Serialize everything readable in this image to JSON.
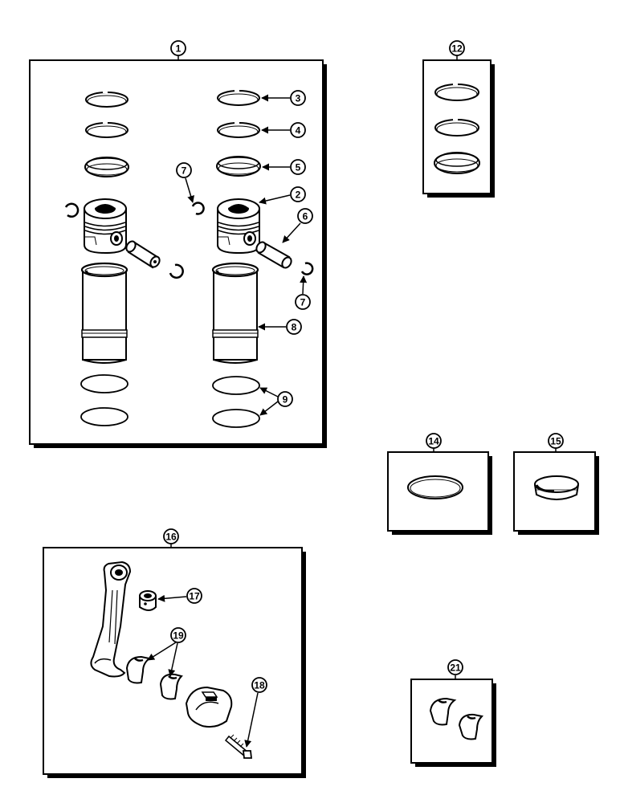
{
  "diagram": {
    "kits": {
      "k1": "1",
      "k12": "12",
      "k14": "14",
      "k15": "15",
      "k16": "16",
      "k21": "21"
    },
    "callouts": {
      "c2": "2",
      "c3": "3",
      "c4": "4",
      "c5": "5",
      "c6": "6",
      "c7a": "7",
      "c7b": "7",
      "c8": "8",
      "c9": "9",
      "c17": "17",
      "c18": "18",
      "c19": "19"
    }
  }
}
